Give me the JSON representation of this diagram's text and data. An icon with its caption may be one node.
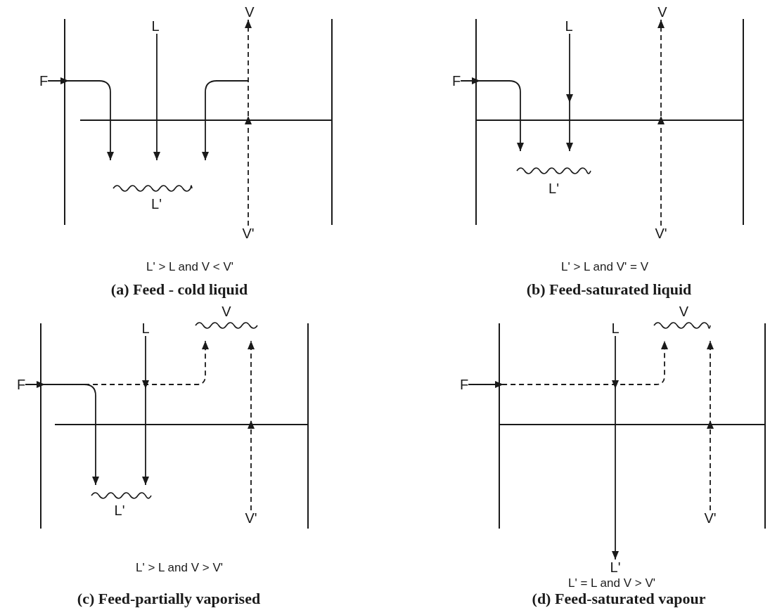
{
  "diagram": {
    "nodes": [
      {
        "text": [
          "F"
        ]
      },
      {
        "text": [
          "L"
        ]
      },
      {
        "text": [
          "V"
        ]
      },
      {
        "text": [
          "L'"
        ]
      },
      {
        "text": [
          "V'"
        ]
      },
      {
        "text": [
          "F"
        ]
      },
      {
        "text": [
          "L"
        ]
      },
      {
        "text": [
          "V"
        ]
      },
      {
        "text": [
          "L'"
        ]
      },
      {
        "text": [
          "V'"
        ]
      },
      {
        "text": [
          "F"
        ]
      },
      {
        "text": [
          "L"
        ]
      },
      {
        "text": [
          "V"
        ]
      },
      {
        "text": [
          "L'"
        ]
      },
      {
        "text": [
          "V'"
        ]
      },
      {
        "text": [
          "F"
        ]
      },
      {
        "text": [
          "L"
        ]
      },
      {
        "text": [
          "V"
        ]
      },
      {
        "text": [
          "L'"
        ]
      },
      {
        "text": [
          "V'"
        ]
      }
    ],
    "edges": [
      {
        "from": 0,
        "to": 3,
        "arrow": "to"
      },
      {
        "from": 1,
        "to": 3,
        "arrow": "to"
      },
      {
        "from": null,
        "to": 3,
        "arrow": "to"
      },
      {
        "from": 4,
        "to": 2,
        "arrow": "to",
        "style": "dashed"
      },
      {
        "from": 5,
        "to": 8,
        "arrow": "to"
      },
      {
        "from": 6,
        "to": 8,
        "arrow": "to"
      },
      {
        "from": 9,
        "to": 7,
        "arrow": "to",
        "style": "dashed"
      },
      {
        "from": 10,
        "to": 13,
        "arrow": "to"
      },
      {
        "from": 10,
        "to": 12,
        "arrow": "to",
        "style": "dashed"
      },
      {
        "from": 11,
        "to": 13,
        "arrow": "to"
      },
      {
        "from": 14,
        "to": 12,
        "arrow": "to",
        "style": "dashed"
      },
      {
        "from": 15,
        "to": 17,
        "arrow": "to",
        "style": "dashed"
      },
      {
        "from": 16,
        "to": 18,
        "arrow": "to"
      },
      {
        "from": 19,
        "to": 17,
        "arrow": "to",
        "style": "dashed"
      }
    ],
    "labels": [
      "L' > L and V < V'",
      "L' > L and V' = V",
      "(a) Feed - cold liquid",
      "(b) Feed-saturated liquid",
      "L' > L and V > V'",
      "L' = L and V > V'",
      "(c) Feed-partially vaporised",
      "(d) Feed-saturated vapour"
    ]
  }
}
